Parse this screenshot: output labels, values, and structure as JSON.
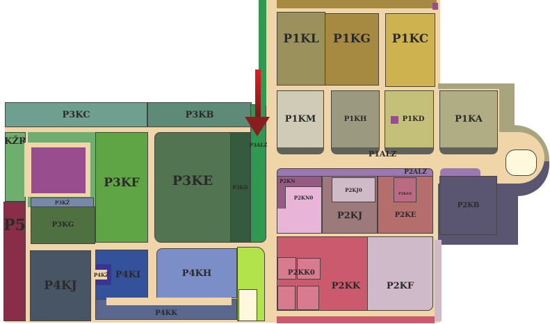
{
  "map": {
    "rooms": {
      "P3KC": "P3KC",
      "P3KB": "P3KB",
      "KZR": "KŽR",
      "P5": "P5",
      "P3KZ": "P3KŽ",
      "P3KG": "P3KG",
      "P3KF": "P3KF",
      "P3KE": "P3KE",
      "P3KD": "P3KD",
      "P3ALZ": "P3ALZ",
      "P4KJ": "P4KJ",
      "P4KZ": "P4KŽ",
      "P4KI": "P4KI",
      "P4KH": "P4KH",
      "P4KK": "P4KK",
      "P1KL": "P1KL",
      "P1KG": "P1KG",
      "P1KC": "P1KC",
      "P1KM": "P1KM",
      "P1KH": "P1KH",
      "P1KD": "P1KD",
      "P1KA": "P1KA",
      "P1ALZ": "P1ALZ",
      "P2ALZ": "P2ALZ",
      "P2KN": "P2KN",
      "P2KN0": "P2KN0",
      "P2KJ": "P2KJ",
      "P2KJ0": "P2KJ0",
      "P2KE": "P2KE",
      "P2KE0": "P2KE0",
      "P2KB": "P2KB",
      "P2KK": "P2KK",
      "P2KK0": "P2KK0",
      "P2KF": "P2KF"
    },
    "colors": {
      "corridor": "#f0d5a8",
      "marker": "#c0202a"
    }
  }
}
